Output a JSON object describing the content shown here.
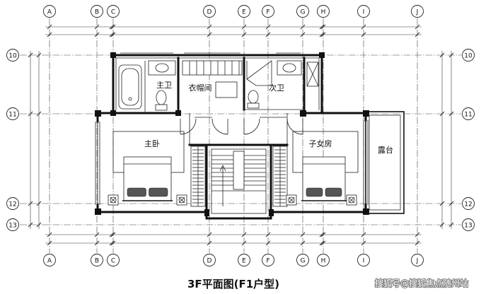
{
  "title": "3F平面图(F1户型)",
  "watermark": "搜狐号@搜狐焦点随州站",
  "grid": {
    "columns": [
      "A",
      "B",
      "C",
      "D",
      "E",
      "F",
      "G",
      "H",
      "I",
      "J"
    ],
    "rows": [
      "10",
      "11",
      "12",
      "13"
    ]
  },
  "rooms": {
    "master_bath": "主卫",
    "cloakroom": "衣帽间",
    "second_bath": "次卫",
    "master_bedroom": "主卧",
    "children_room": "子女房",
    "terrace": "露台"
  },
  "colors": {
    "line": "#111111",
    "background": "#ffffff"
  }
}
